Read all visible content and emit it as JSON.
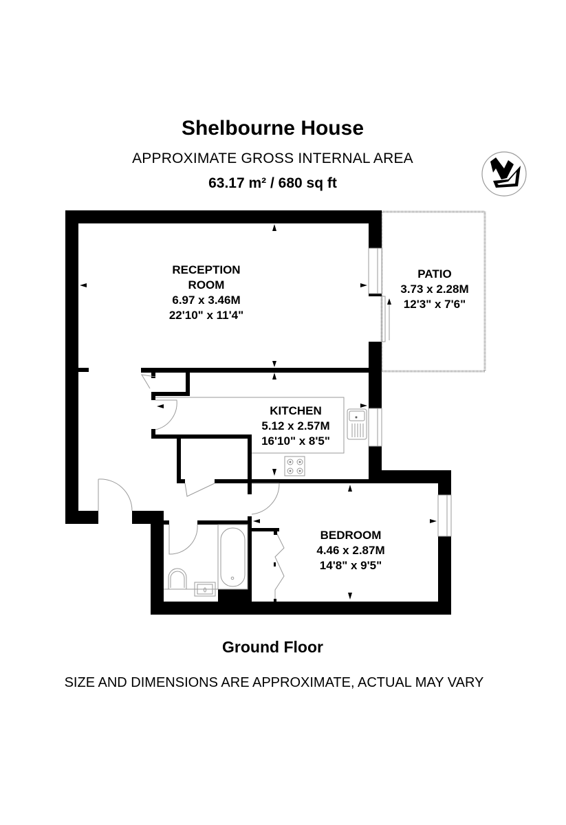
{
  "header": {
    "title": "Shelbourne House",
    "subtitle": "APPROXIMATE GROSS INTERNAL AREA",
    "area": "63.17 m² / 680 sq ft"
  },
  "compass": {
    "icon": "north-arrow-icon",
    "letter": "N"
  },
  "rooms": [
    {
      "name_line1": "RECEPTION",
      "name_line2": "ROOM",
      "metric": "6.97 x 3.46M",
      "imperial": "22'10\" x 11'4\""
    },
    {
      "name_line1": "PATIO",
      "metric": "3.73 x 2.28M",
      "imperial": "12'3\" x 7'6\""
    },
    {
      "name_line1": "KITCHEN",
      "metric": "5.12 x 2.57M",
      "imperial": "16'10\" x 8'5\""
    },
    {
      "name_line1": "BEDROOM",
      "metric": "4.46 x 2.87M",
      "imperial": "14'8\" x 9'5\""
    }
  ],
  "fixtures": [
    "sink-icon",
    "hob-icon",
    "bath-icon",
    "toilet-icon",
    "basin-icon",
    "wardrobe-icon"
  ],
  "footer": {
    "floor_name": "Ground Floor",
    "disclaimer": "SIZE AND DIMENSIONS ARE APPROXIMATE, ACTUAL MAY VARY"
  },
  "colors": {
    "wall": "#000000",
    "line": "#8a8a8a",
    "background": "#ffffff"
  }
}
